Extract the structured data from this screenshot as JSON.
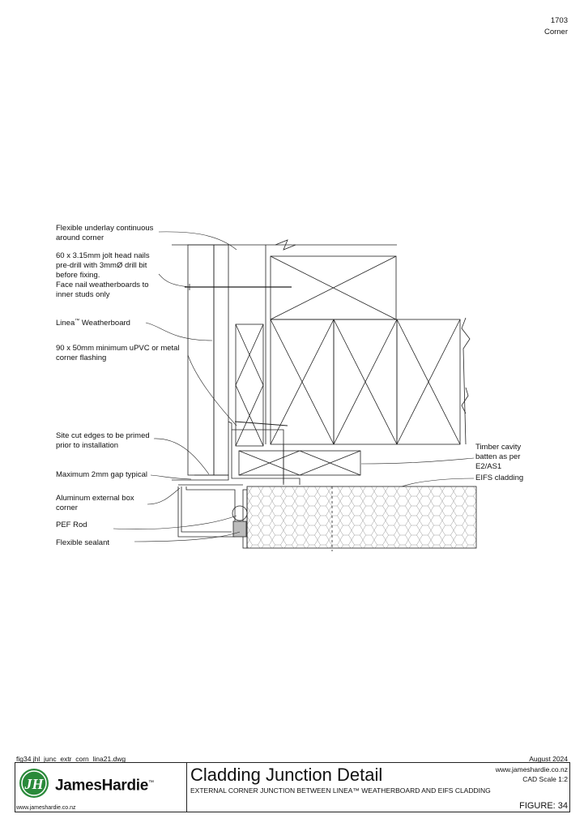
{
  "header": {
    "number": "1703",
    "section": "Corner"
  },
  "labels": {
    "underlay": [
      "Flexible underlay continuous",
      "around corner"
    ],
    "nails": [
      "60 x 3.15mm jolt head nails",
      "pre-drill with 3mmØ drill bit",
      "before fixing.",
      "Face nail weatherboards to",
      "inner studs only"
    ],
    "weatherboard": [
      "Linea",
      "™",
      " Weatherboard"
    ],
    "flashing": [
      "90 x 50mm minimum uPVC or metal",
      "corner flashing"
    ],
    "cut_edges": [
      "Site cut edges to be primed",
      "prior to installation"
    ],
    "gap": "Maximum 2mm gap typical",
    "box_corner": [
      "Aluminum external box",
      "corner"
    ],
    "pef_rod": "PEF Rod",
    "sealant": "Flexible sealant",
    "batten": [
      "Timber cavity",
      "batten as per",
      "E2/AS1"
    ],
    "eifs": "EIFS cladding"
  },
  "title_block": {
    "filename": "fig34 jhl_junc_extr_corn_lina21.dwg",
    "date": "August 2024",
    "website_top": "www.jameshardie.co.nz",
    "cad_scale": "CAD Scale 1:2",
    "title": "Cladding Junction Detail",
    "subtitle": "EXTERNAL CORNER JUNCTION BETWEEN LINEA™ WEATHERBOARD AND EIFS CLADDING",
    "figure": "FIGURE: 34",
    "website_bottom": "www.jameshardie.co.nz",
    "brand": "JamesHardie",
    "brand_tm": "™",
    "logo_letters": "JH",
    "colors": {
      "logo_green": "#2a8a3a",
      "line": "#222222"
    }
  }
}
